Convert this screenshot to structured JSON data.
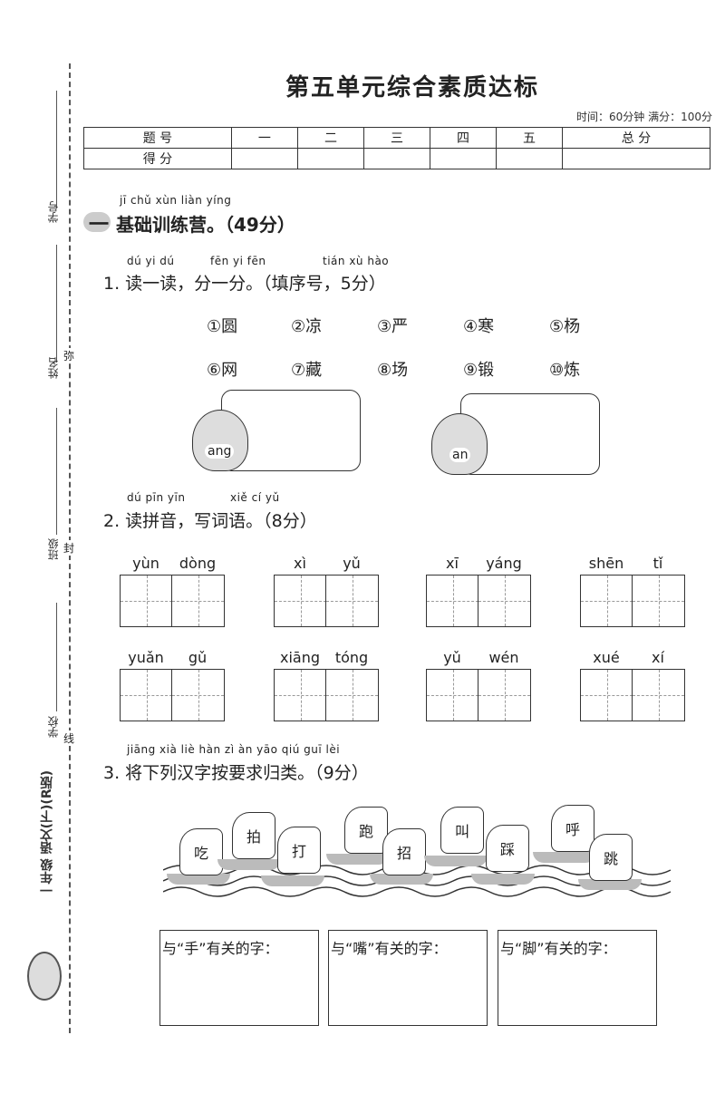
{
  "title": "第五单元综合素质达标",
  "meta": "时间：60分钟   满分：100分",
  "score_table": {
    "row1": [
      "题  号",
      "一",
      "二",
      "三",
      "四",
      "五",
      "总  分"
    ],
    "row2_label": "得  分"
  },
  "section1": {
    "pinyin": "jī  chǔ xùn liàn yíng",
    "label": "基础训练营。（49分）"
  },
  "q1": {
    "pinyin1": "dú yi dú",
    "pinyin2": "fēn yi fēn",
    "pinyin3": "tián xù hào",
    "text": "1. 读一读，分一分。（填序号，5分）",
    "options": [
      "①圆",
      "②凉",
      "③严",
      "④寒",
      "⑤杨",
      "⑥网",
      "⑦藏",
      "⑧场",
      "⑨锻",
      "⑩炼"
    ],
    "boxes": [
      "ang",
      "an"
    ]
  },
  "q2": {
    "pinyin1": "dú pīn yīn",
    "pinyin2": "xiě  cí  yǔ",
    "text": "2. 读拼音，写词语。（8分）",
    "words": [
      [
        "yùn",
        "dòng"
      ],
      [
        "xì",
        "yǔ"
      ],
      [
        "xī",
        "yáng"
      ],
      [
        "shēn",
        "tǐ"
      ],
      [
        "yuǎn",
        "gǔ"
      ],
      [
        "xiāng",
        "tóng"
      ],
      [
        "yǔ",
        "wén"
      ],
      [
        "xué",
        "xí"
      ]
    ]
  },
  "q3": {
    "pinyin": "jiāng xià  liè  hàn  zì  àn yāo qiú guī  lèi",
    "text": "3. 将下列汉字按要求归类。（9分）",
    "chars": [
      "吃",
      "拍",
      "打",
      "跑",
      "招",
      "叫",
      "踩",
      "呼",
      "跳"
    ],
    "boxes": [
      "与“手”有关的字：",
      "与“嘴”有关的字：",
      "与“脚”有关的字："
    ]
  },
  "side": {
    "labels": [
      "学号",
      "姓名",
      "班级",
      "学校"
    ],
    "marks": [
      "弥",
      "封",
      "线"
    ],
    "book": "一年级 语文(下)(R版)"
  }
}
